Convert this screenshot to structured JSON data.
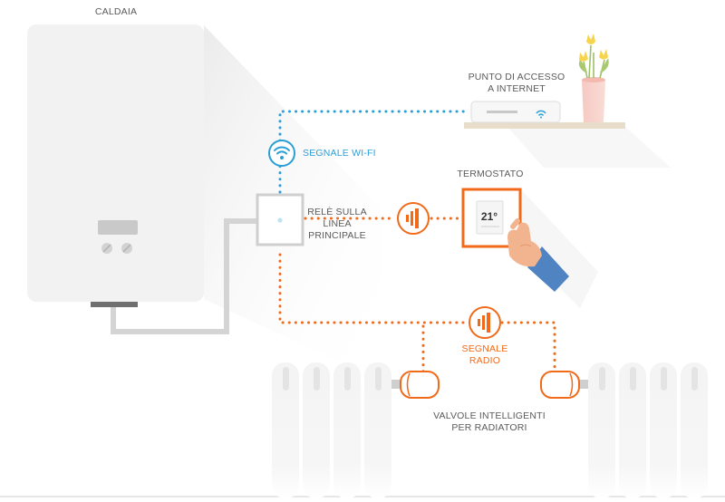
{
  "labels": {
    "boiler": "CALDAIA",
    "access_point_line1": "PUNTO DI ACCESSO",
    "access_point_line2": "A INTERNET",
    "wifi_signal": "SEGNALE WI-FI",
    "thermostat": "TERMOSTATO",
    "relay_line1": "RELÈ SULLA",
    "relay_line2": "LINEA",
    "relay_line3": "PRINCIPALE",
    "radio_line1": "SEGNALE",
    "radio_line2": "RADIO",
    "valves_line1": "VALVOLE  INTELLIGENTI",
    "valves_line2": "PER RADIATORI"
  },
  "thermostat_display": "21°",
  "colors": {
    "wifi": "#2a9fd6",
    "radio": "#f06a1a",
    "device": "#f3f3f3",
    "pipe": "#d4d4d4"
  }
}
